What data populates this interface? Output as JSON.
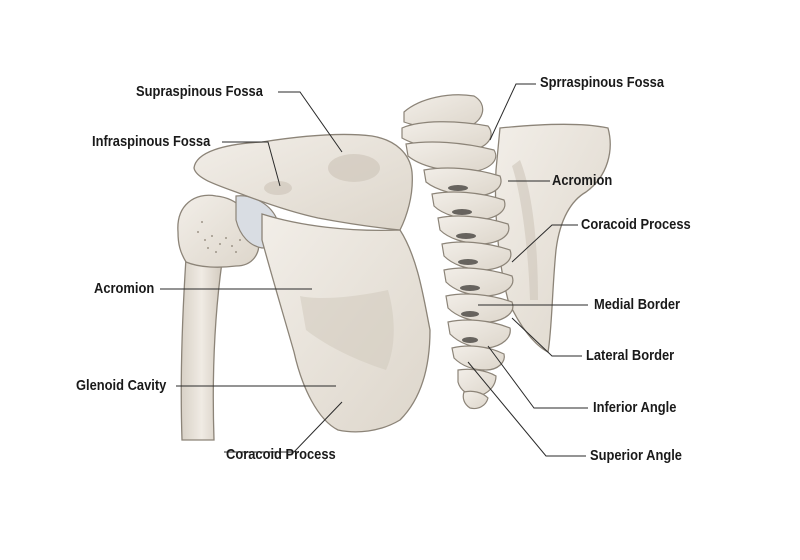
{
  "labels": {
    "supraspinous_fossa": "Supraspinous Fossa",
    "infraspinous_fossa": "Infraspinous Fossa",
    "acromion_left": "Acromion",
    "glenoid_cavity": "Glenoid Cavity",
    "coracoid_process_bottom": "Coracoid Process",
    "sprraspinous_fossa": "Sprraspinous Fossa",
    "acromion_right": "Acromion",
    "coracoid_process_right": "Coracoid Process",
    "medial_border": "Medial Border",
    "lateral_border": "Lateral Border",
    "inferior_angle": "Inferior Angle",
    "superior_angle": "Superior Angle"
  },
  "colors": {
    "bone_fill": "#e9e4dc",
    "bone_shadow": "#cfc7bb",
    "bone_outline": "#8c8478",
    "cartilage": "#d9dde3",
    "leader_line": "#2a2a2a",
    "label_text": "#1a1a1a"
  }
}
